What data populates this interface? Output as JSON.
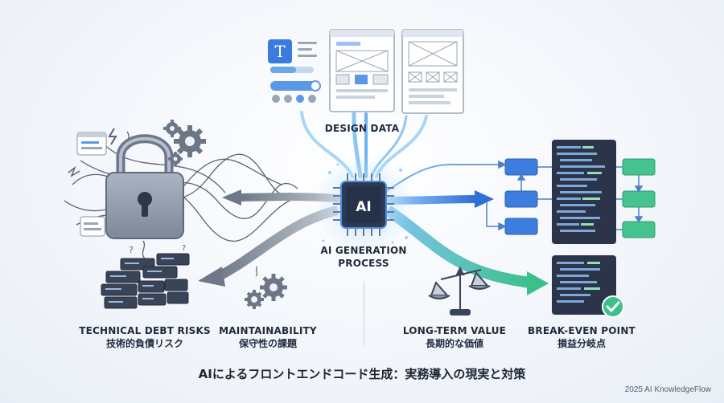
{
  "nodes": {
    "center": {
      "chip_label": "AI",
      "line1": "AI GENERATION",
      "line2": "PROCESS"
    },
    "design": {
      "label": "DESIGN DATA",
      "text_icon": "T"
    },
    "tech_debt": {
      "en": "TECHNICAL DEBT RISKS",
      "ja": "技術的負債リスク"
    },
    "maintain": {
      "en": "MAINTAINABILITY",
      "ja": "保守性の課題"
    },
    "long_term": {
      "en": "LONG-TERM VALUE",
      "ja": "長期的な価値"
    },
    "break_even": {
      "en": "BREAK-EVEN POINT",
      "ja": "損益分岐点"
    }
  },
  "title": "AIによるフロントエンドコード生成：実務導入の現実と対策",
  "credit": "2025 AI KnowledgeFlow",
  "colors": {
    "ai_blue": "#2f6fd8",
    "flow_light": "#8ec5f5",
    "green": "#3cbf8a",
    "dark_panel": "#2b3448",
    "grey_flow": "#8a94a4"
  },
  "icons": [
    "padlock-icon",
    "gear-icon",
    "server-stack-icon",
    "balance-scale-icon",
    "checkmark-icon",
    "wireframe-icon",
    "text-icon"
  ]
}
